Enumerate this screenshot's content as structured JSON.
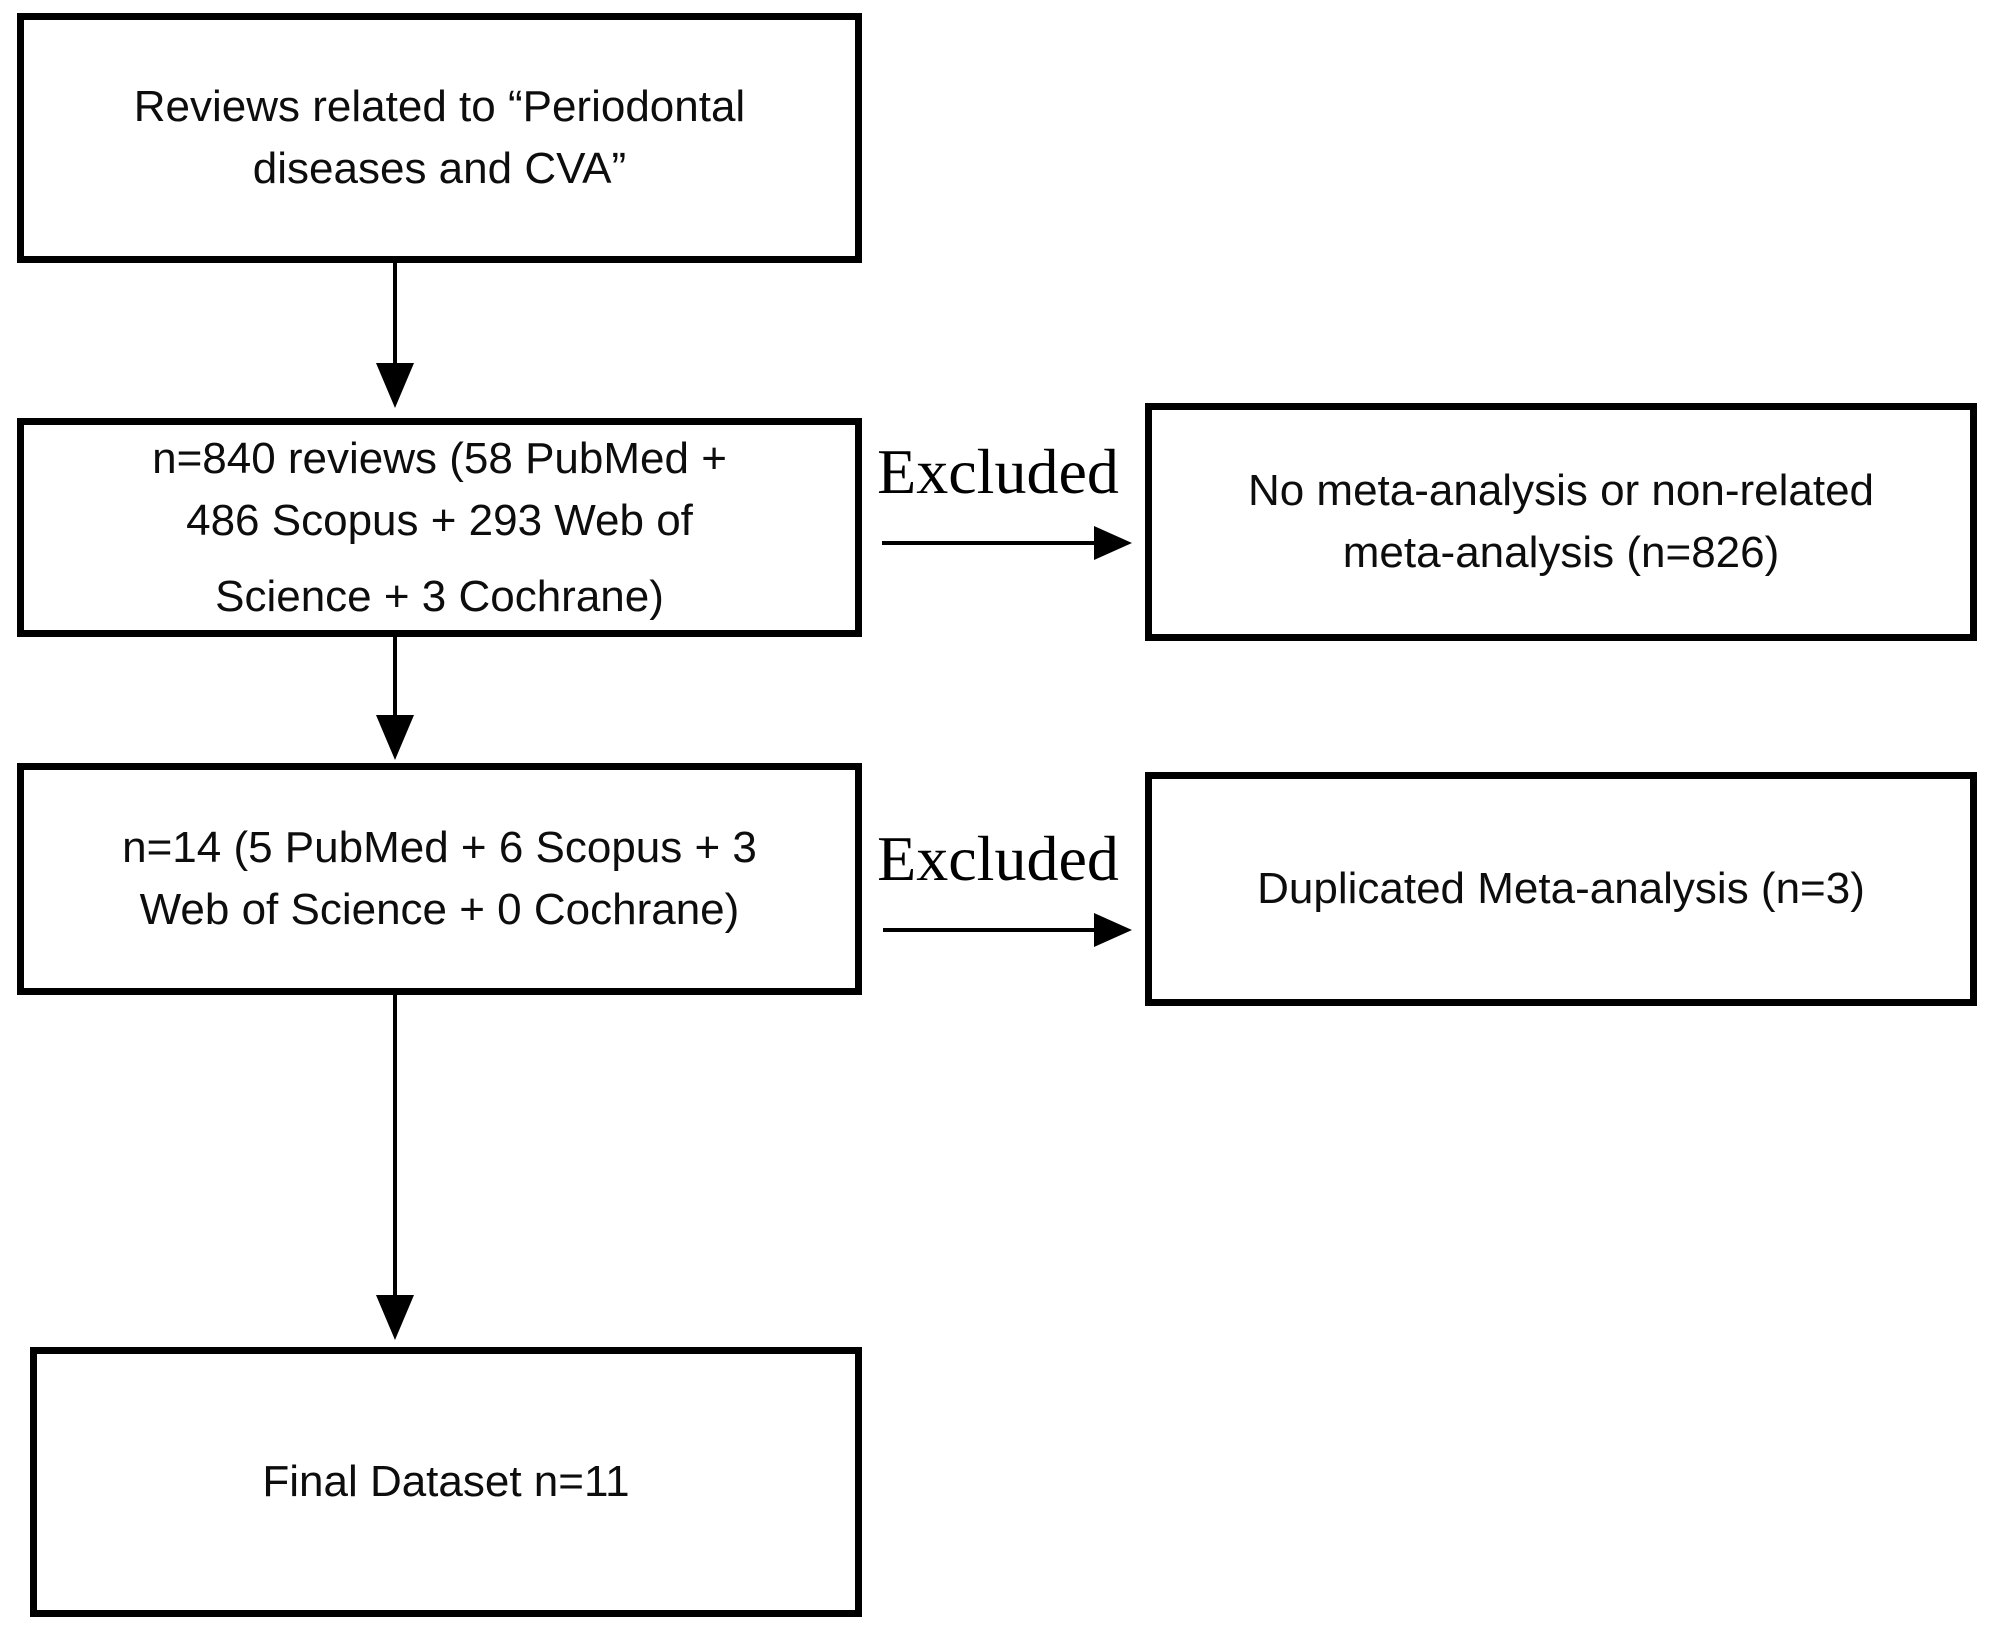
{
  "diagram": {
    "type": "flowchart",
    "background_color": "#ffffff",
    "stroke_color": "#000000",
    "boxes": {
      "start": {
        "lines": [
          "Reviews related to “Periodontal",
          "diseases and CVA”"
        ]
      },
      "screened": {
        "lines": [
          "n=840 reviews (58 PubMed +",
          "486 Scopus + 293 Web of",
          "Science + 3 Cochrane)"
        ]
      },
      "eligible": {
        "lines": [
          "n=14 (5 PubMed + 6 Scopus + 3",
          "Web of Science + 0 Cochrane)"
        ]
      },
      "final": {
        "lines": [
          "Final Dataset n=11"
        ]
      },
      "excluded_meta": {
        "lines": [
          "No meta-analysis or non-related",
          "meta-analysis (n=826)"
        ]
      },
      "excluded_dup": {
        "lines": [
          "Duplicated Meta-analysis (n=3)"
        ]
      }
    },
    "edge_labels": {
      "excluded_top": "Excluded",
      "excluded_bottom": "Excluded"
    },
    "counts": {
      "initial_reviews": 840,
      "pubmed_initial": 58,
      "scopus_initial": 486,
      "web_of_science_initial": 293,
      "cochrane_initial": 3,
      "excluded_no_meta": 826,
      "after_screening": 14,
      "pubmed_screened": 5,
      "scopus_screened": 6,
      "web_of_science_screened": 3,
      "cochrane_screened": 0,
      "excluded_duplicated": 3,
      "final_dataset": 11
    }
  }
}
